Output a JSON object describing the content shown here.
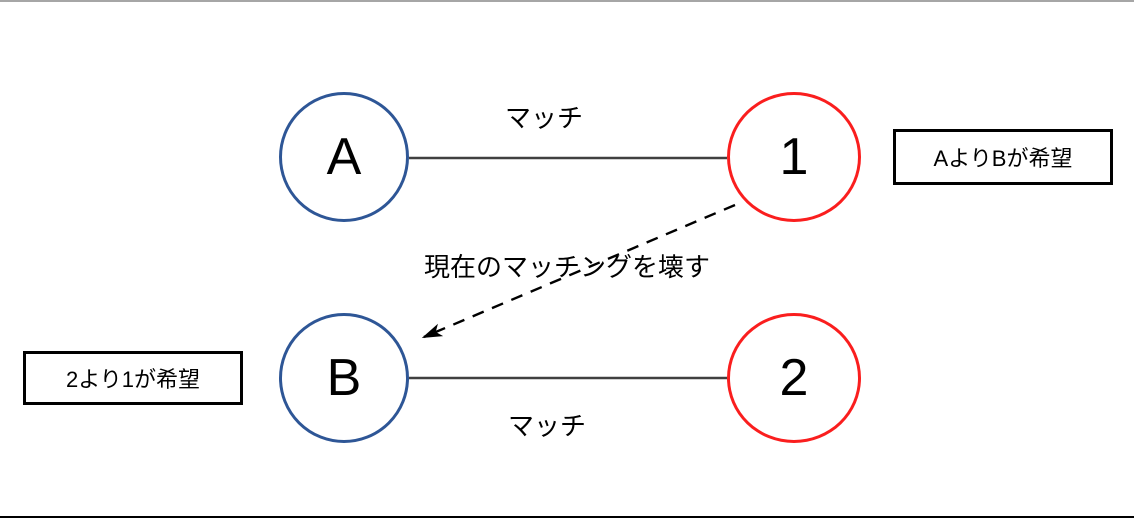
{
  "diagram": {
    "title_text": "",
    "nodes": [
      {
        "id": "A",
        "label": "A",
        "color": "#2E5696",
        "group": "left",
        "row": "top"
      },
      {
        "id": "1",
        "label": "1",
        "color": "#FA1E1E",
        "group": "right",
        "row": "top"
      },
      {
        "id": "B",
        "label": "B",
        "color": "#2E5696",
        "group": "left",
        "row": "bottom"
      },
      {
        "id": "2",
        "label": "2",
        "color": "#FA1E1E",
        "group": "right",
        "row": "bottom"
      }
    ],
    "edges": [
      {
        "from": "A",
        "to": "1",
        "label": "マッチ",
        "style": "solid",
        "color": "#404040"
      },
      {
        "from": "B",
        "to": "2",
        "label": "マッチ",
        "style": "solid",
        "color": "#404040"
      },
      {
        "from": "1",
        "to": "B",
        "label": "現在のマッチングを壊す",
        "style": "dashed",
        "color": "#000000",
        "arrow": true
      }
    ],
    "callouts": [
      {
        "id": "pref-right",
        "text": "AよりBが希望",
        "attached_to": "1"
      },
      {
        "id": "pref-left",
        "text": "2より1が希望",
        "attached_to": "B"
      }
    ],
    "colors": {
      "blue": "#2E5696",
      "red": "#FA1E1E",
      "line": "#404040",
      "dashed": "#000000",
      "border_top": "#a6a6a6",
      "border_bottom": "#000000",
      "background": "#ffffff"
    }
  }
}
